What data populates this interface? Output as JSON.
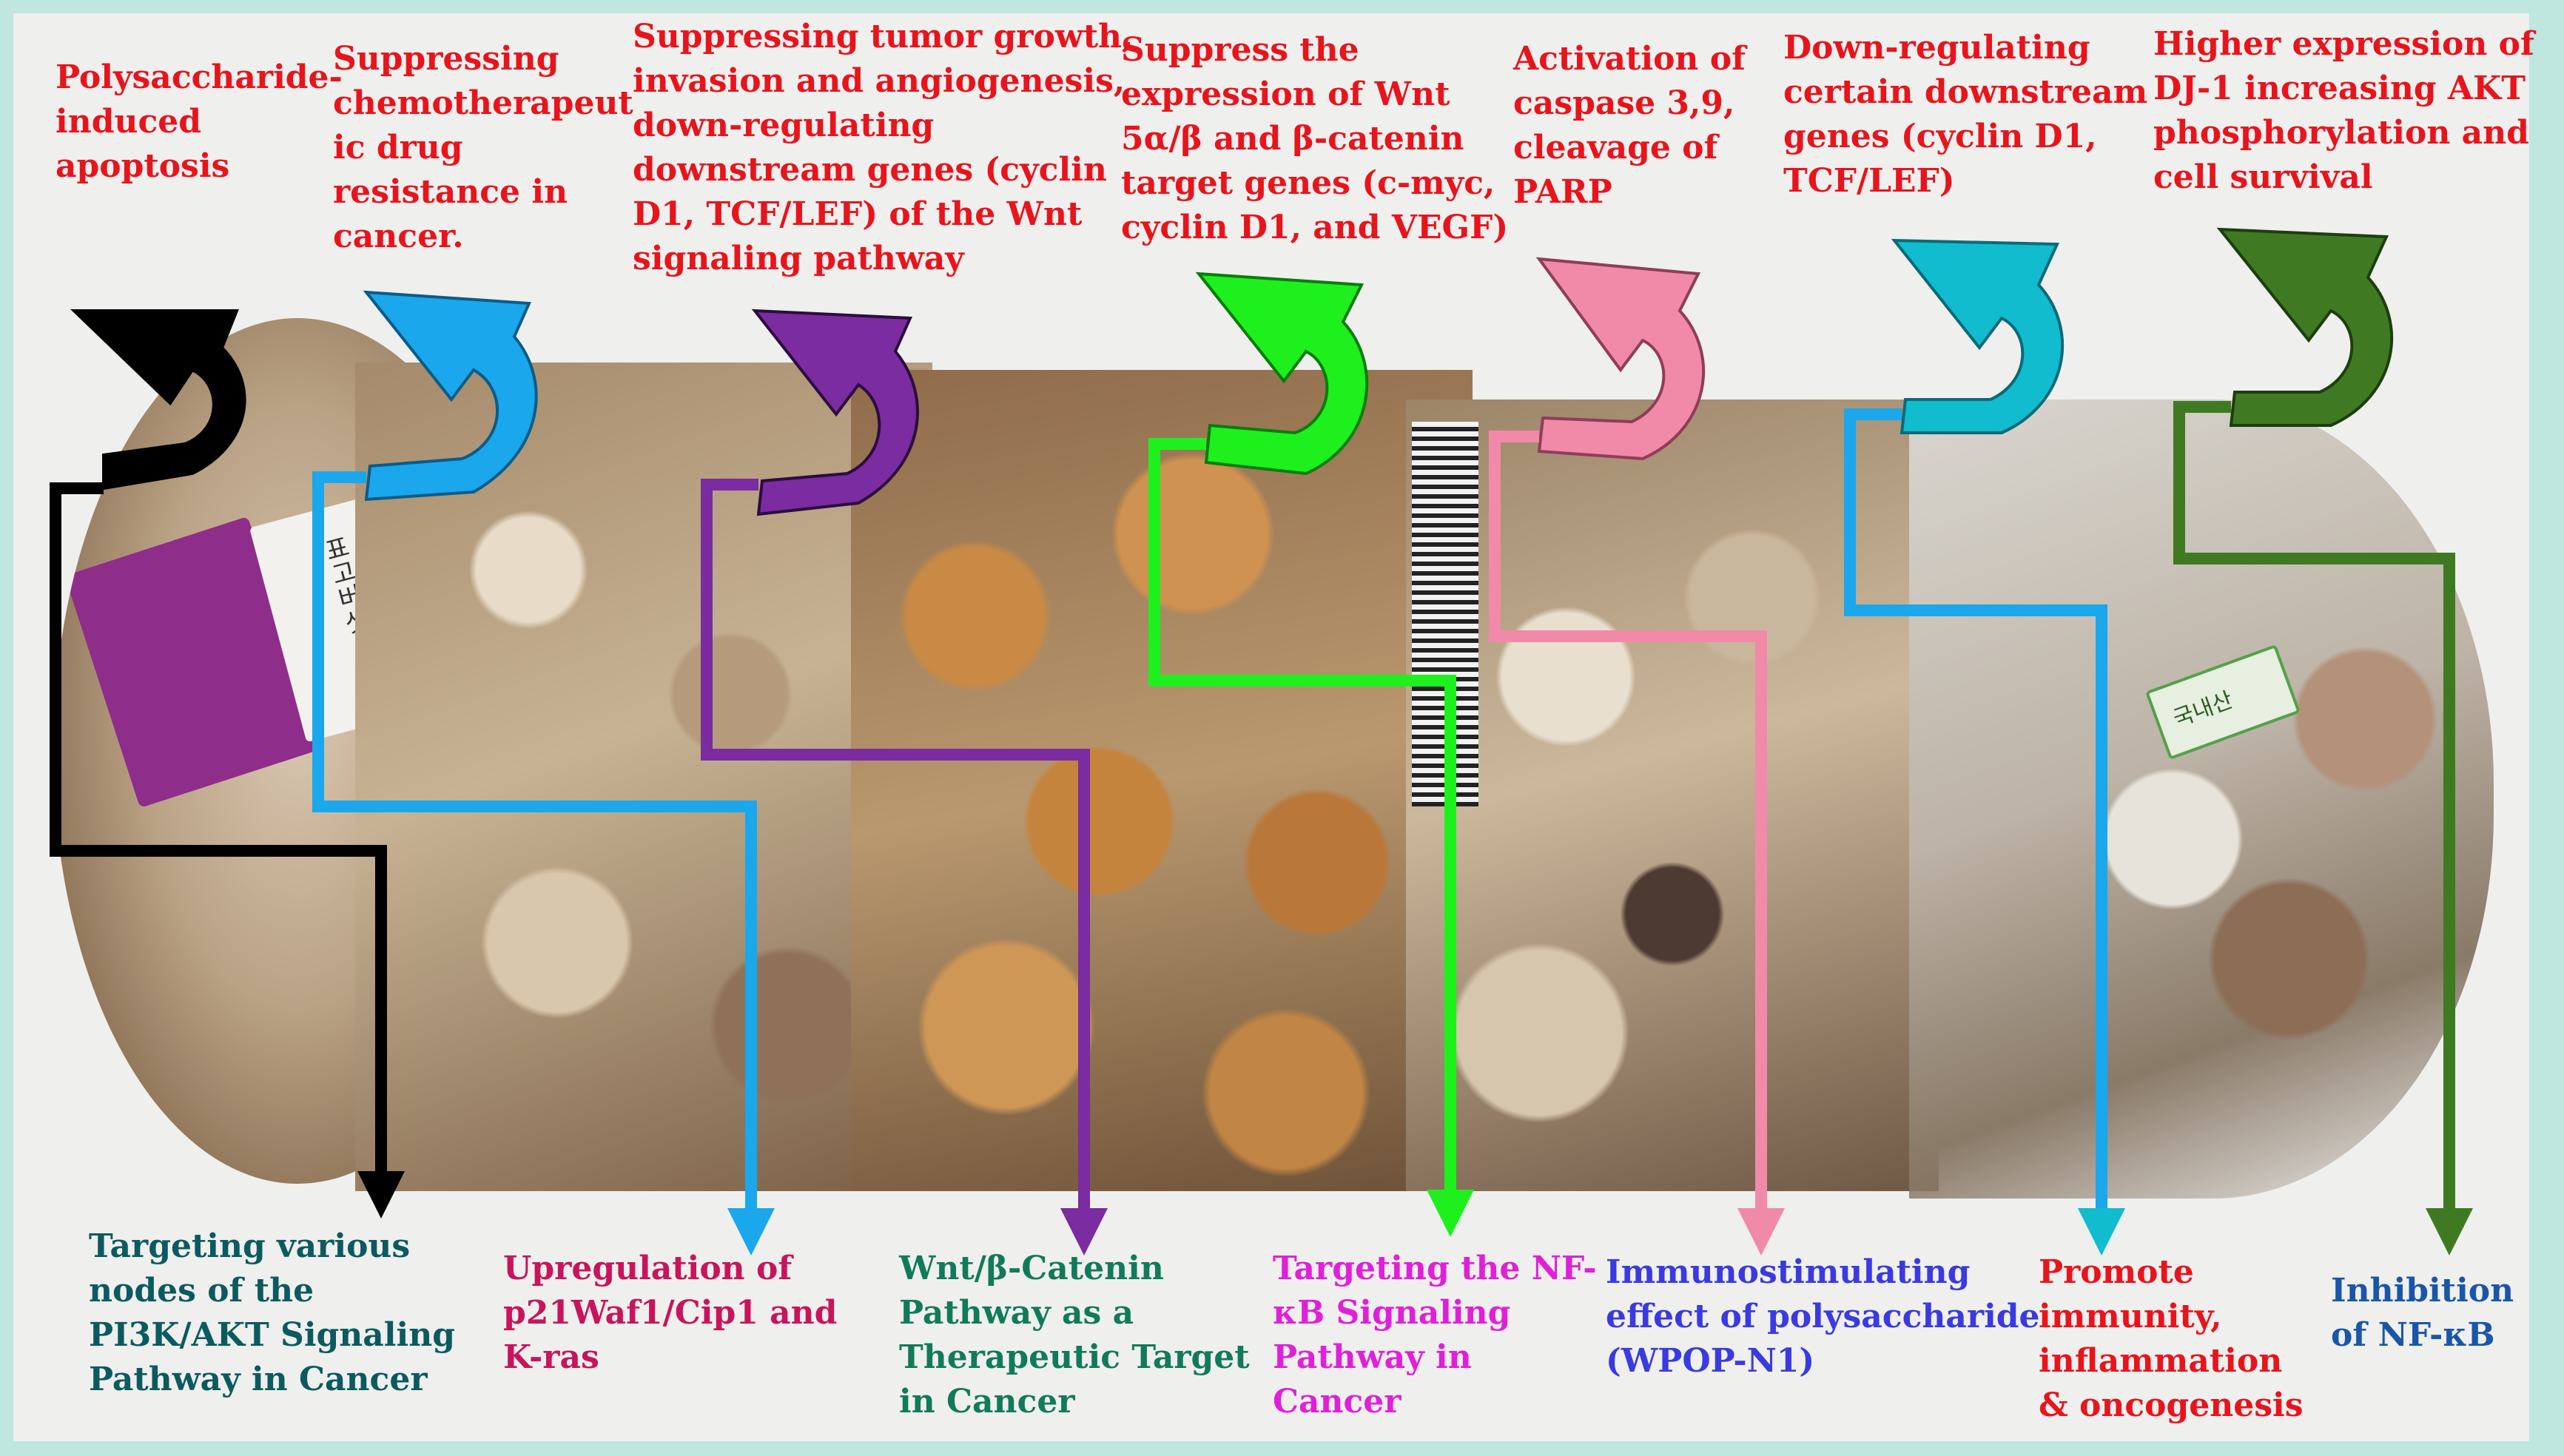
{
  "top_labels": [
    "Polysaccharide-\ninduced\napoptosis",
    "Suppressing\nchemotherapeut\nic drug\nresistance in\ncancer.",
    "Suppressing tumor growth,\ninvasion and angiogenesis,\ndown-regulating\ndownstream genes (cyclin\nD1, TCF/LEF) of the Wnt\nsignaling pathway",
    "Suppress the\nexpression of Wnt\n5α/β and β-catenin\ntarget genes (c-myc,\ncyclin D1, and VEGF)",
    "Activation of\ncaspase 3,9,\ncleavage of\nPARP",
    "Down-regulating\ncertain downstream\ngenes (cyclin D1,\nTCF/LEF)",
    "Higher expression of\nDJ-1 increasing AKT\nphosphorylation and\ncell survival"
  ],
  "bottom_labels": [
    "Targeting various\nnodes of the\nPI3K/AKT Signaling\nPathway in Cancer",
    "Upregulation of\np21Waf1/Cip1 and\nK-ras",
    "Wnt/β-Catenin\nPathway as a\nTherapeutic Target\nin Cancer",
    "Targeting the NF-\nκB Signaling\nPathway in\nCancer",
    "Immunostimulating\neffect of polysaccharide\n(WPOP-N1)",
    "Promote\nimmunity,\ninflammation\n& oncogenesis",
    "Inhibition\nof NF-κB"
  ],
  "photo_packages": [
    {
      "label": "표고버섯"
    },
    {
      "label": "국내산"
    }
  ],
  "colors": {
    "background": "#efefee",
    "border": "#bfe6df",
    "top_text": "#e8141c",
    "arrow_black": "#000000",
    "arrow_blue": "#1aa7ec",
    "arrow_purple": "#7a2ca0",
    "arrow_green": "#1ef01e",
    "arrow_pink": "#f08aa8",
    "arrow_cyan": "#10bccd",
    "arrow_olive": "#3f7a22",
    "bottom_teal": "#0b5a5f",
    "bottom_crimson": "#c8145a",
    "bottom_green": "#117a5a",
    "bottom_magenta": "#e020d8",
    "bottom_indigo": "#3a3ae0",
    "bottom_red": "#e8141c",
    "bottom_blue": "#1a56a8"
  }
}
